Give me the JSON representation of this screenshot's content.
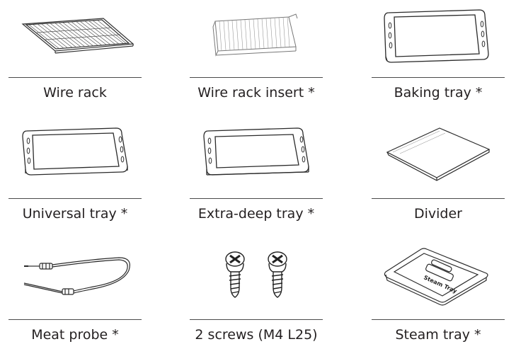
{
  "accessories": [
    {
      "label": "Wire rack",
      "icon": "wire-rack-icon"
    },
    {
      "label": "Wire rack insert *",
      "icon": "wire-rack-insert-icon"
    },
    {
      "label": "Baking tray *",
      "icon": "baking-tray-icon"
    },
    {
      "label": "Universal tray *",
      "icon": "universal-tray-icon"
    },
    {
      "label": "Extra-deep tray *",
      "icon": "extra-deep-tray-icon"
    },
    {
      "label": "Divider",
      "icon": "divider-icon"
    },
    {
      "label": "Meat probe *",
      "icon": "meat-probe-icon"
    },
    {
      "label": "2 screws (M4 L25)",
      "icon": "screws-icon"
    },
    {
      "label": "Steam tray *",
      "icon": "steam-tray-icon",
      "embossed_text": "Steam Tray"
    }
  ]
}
